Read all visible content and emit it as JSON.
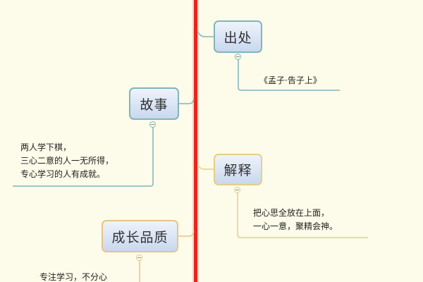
{
  "mindmap": {
    "spine_color": "#e8261c",
    "topics": [
      {
        "id": "chuchu",
        "label": "出处",
        "side": "right",
        "branch_color": "#7fb6be",
        "notes": [
          "《孟子·告子上》"
        ]
      },
      {
        "id": "gushi",
        "label": "故事",
        "side": "left",
        "branch_color": "#7fb6be",
        "notes": [
          "两人学下棋，",
          "三心二意的人一无所得，",
          "专心学习的人有成就。"
        ]
      },
      {
        "id": "jieshi",
        "label": "解释",
        "side": "right",
        "branch_color": "#e4cf86",
        "notes": [
          "把心思全放在上面，",
          "一心一意，聚精会神。"
        ]
      },
      {
        "id": "chengzhang",
        "label": "成长品质",
        "side": "left",
        "branch_color": "#e6c487",
        "notes": [
          "专注学习，不分心"
        ]
      }
    ],
    "collapse_toggle_symbol": "−"
  }
}
